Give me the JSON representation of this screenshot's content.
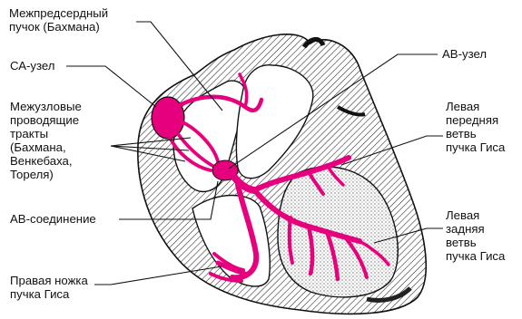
{
  "labels": {
    "bachmann_bundle": [
      "Межпредсердный",
      "пучок (Бахмана)"
    ],
    "sa_node": [
      "СА-узел"
    ],
    "internodal_tracts": [
      "Межузловые",
      "проводящие",
      "тракты",
      "(Бахмана,",
      "Венкебаха,",
      "Тореля)"
    ],
    "av_junction": [
      "АВ-соединение"
    ],
    "right_bundle_branch": [
      "Правая ножка",
      "пучка Гиса"
    ],
    "av_node": [
      "АВ-узел"
    ],
    "left_anterior_fascicle": [
      "Левая",
      "передняя",
      "ветвь",
      "пучка Гиса"
    ],
    "left_posterior_fascicle": [
      "Левая",
      "задняя",
      "ветвь",
      "пучка Гиса"
    ]
  },
  "colors": {
    "conduction": "#e6007e",
    "outline": "#111111",
    "text": "#111111"
  }
}
